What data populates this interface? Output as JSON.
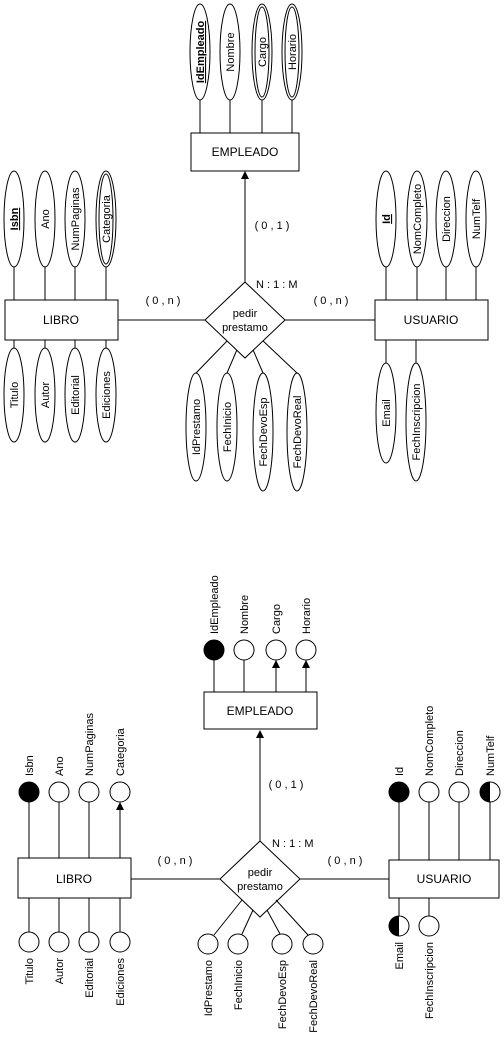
{
  "diagram1": {
    "empleado": {
      "name": "EMPLEADO",
      "attrs": [
        "IdEmpleado",
        "Nombre",
        "Cargo",
        "Horario"
      ]
    },
    "libro": {
      "name": "LIBRO",
      "attrs_top": [
        "Isbn",
        "Ano",
        "NumPaginas",
        "Categoria"
      ],
      "attrs_bottom": [
        "Titulo",
        "Autor",
        "Editorial",
        "Ediciones"
      ]
    },
    "usuario": {
      "name": "USUARIO",
      "attrs_top": [
        "Id",
        "NomCompleto",
        "Direccion",
        "NumTelf"
      ],
      "attrs_bottom": [
        "Email",
        "FechInscripcion"
      ]
    },
    "relation": {
      "name_line1": "pedir",
      "name_line2": "prestamo",
      "ratio": "N : 1 : M",
      "attrs": [
        "IdPrestamo",
        "FechInicio",
        "FechDevoEsp",
        "FechDevoReal"
      ]
    },
    "cards": {
      "empleado": "( 0 , 1 )",
      "libro": "( 0 , n )",
      "usuario": "( 0 , n )"
    }
  },
  "diagram2": {
    "empleado": {
      "name": "EMPLEADO",
      "attrs": [
        "IdEmpleado",
        "Nombre",
        "Cargo",
        "Horario"
      ]
    },
    "libro": {
      "name": "LIBRO",
      "attrs_top": [
        "Isbn",
        "Ano",
        "NumPaginas",
        "Categoria"
      ],
      "attrs_bottom": [
        "Titulo",
        "Autor",
        "Editorial",
        "Ediciones"
      ]
    },
    "usuario": {
      "name": "USUARIO",
      "attrs_top": [
        "Id",
        "NomCompleto",
        "Direccion",
        "NumTelf"
      ],
      "attrs_bottom": [
        "Email",
        "FechInscripcion"
      ]
    },
    "relation": {
      "name_line1": "pedir",
      "name_line2": "prestamo",
      "ratio": "N : 1 : M",
      "attrs": [
        "IdPrestamo",
        "FechInicio",
        "FechDevoEsp",
        "FechDevoReal"
      ]
    },
    "cards": {
      "empleado": "( 0 , 1 )",
      "libro": "( 0 , n )",
      "usuario": "( 0 , n )"
    }
  }
}
